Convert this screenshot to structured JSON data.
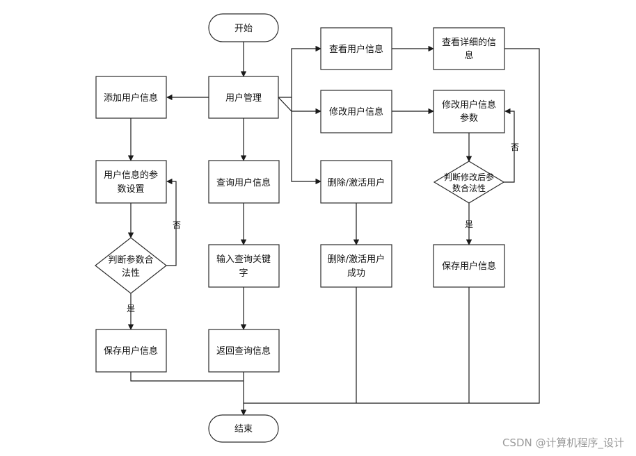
{
  "diagram": {
    "nodes": {
      "start": "开始",
      "user_mgmt": "用户管理",
      "add_user": "添加用户信息",
      "param_setting": [
        "用户信息的参",
        "数设置"
      ],
      "check_valid": [
        "判断参数合",
        "法性"
      ],
      "save_user_left": "保存用户信息",
      "query_user": "查询用户信息",
      "input_keyword": [
        "输入查询关键",
        "字"
      ],
      "return_query": "返回查询信息",
      "view_user": "查看用户信息",
      "view_detail": [
        "查看详细的信",
        "息"
      ],
      "modify_user": "修改用户信息",
      "modify_params": [
        "修改用户信息",
        "参数"
      ],
      "check_modified": [
        "判断修改后参",
        "数合法性"
      ],
      "save_user_right": "保存用户信息",
      "delete_activate": "删除/激活用户",
      "delete_success": [
        "删除/激活用户",
        "成功"
      ],
      "end": "结束"
    },
    "edge_labels": {
      "no_left": "否",
      "yes_left": "是",
      "no_right": "否",
      "yes_right": "是"
    }
  },
  "watermark": "CSDN @计算机程序_设计",
  "colors": {
    "stroke": "#2b2b2b",
    "fill": "#ffffff",
    "watermark": "#9a9a9a"
  }
}
